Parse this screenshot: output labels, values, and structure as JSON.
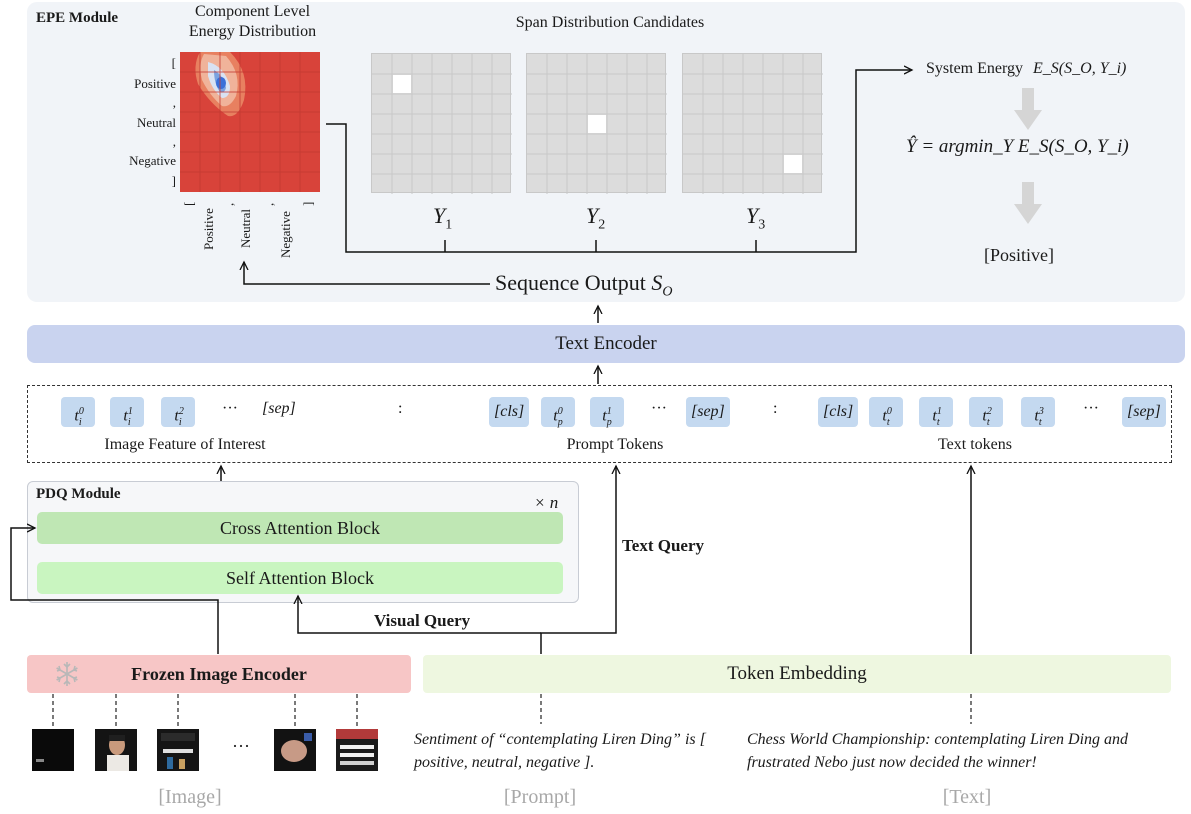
{
  "epe": {
    "title": "EPE Module",
    "heatmap_title_line1": "Component Level",
    "heatmap_title_line2": "Energy Distribution",
    "y_labels": [
      "[",
      "Positive",
      ",",
      "Neutral",
      ",",
      "Negative",
      "]"
    ],
    "x_labels": [
      "[",
      "Positive",
      ",",
      "Neutral",
      ",",
      "Negative",
      "]"
    ],
    "span_title": "Span Distribution Candidates",
    "candidates": [
      "Y",
      "Y",
      "Y"
    ],
    "candidate_subs": [
      "1",
      "2",
      "3"
    ],
    "system_energy_text": "System Energy",
    "system_energy_formula": "E_S(S_O, Y_i)",
    "argmin_formula": "Ŷ = argmin_Y E_S(S_O, Y_i)",
    "result": "[Positive]",
    "sequence_output": "Sequence Output",
    "sequence_output_symbol": "S",
    "sequence_output_sub": "O"
  },
  "encoder": {
    "label": "Text Encoder"
  },
  "tokens": {
    "image_tokens": [
      {
        "base": "t",
        "sup": "0",
        "sub": "i"
      },
      {
        "base": "t",
        "sup": "1",
        "sub": "i"
      },
      {
        "base": "t",
        "sup": "2",
        "sub": "i"
      }
    ],
    "ellipsis": "···",
    "sep": "[sep]",
    "cls": "[cls]",
    "colon": ":",
    "prompt_tokens": [
      {
        "base": "t",
        "sup": "0",
        "sub": "p"
      },
      {
        "base": "t",
        "sup": "1",
        "sub": "p"
      }
    ],
    "text_tokens": [
      {
        "base": "t",
        "sup": "0",
        "sub": "t"
      },
      {
        "base": "t",
        "sup": "1",
        "sub": "t"
      },
      {
        "base": "t",
        "sup": "2",
        "sub": "t"
      },
      {
        "base": "t",
        "sup": "3",
        "sub": "t"
      }
    ],
    "image_label": "Image Feature of Interest",
    "prompt_label": "Prompt Tokens",
    "text_label": "Text tokens"
  },
  "pdq": {
    "title": "PDQ Module",
    "repeat": "× n",
    "cross_block": "Cross Attention Block",
    "self_block": "Self Attention Block"
  },
  "queries": {
    "text_query": "Text Query",
    "visual_query": "Visual Query"
  },
  "frozen_encoder": "Frozen Image Encoder",
  "token_embedding": "Token Embedding",
  "images_ellipsis": "···",
  "prompt_text": "Sentiment of  “contemplating Liren Ding” is [ positive, neutral, negative ].",
  "input_text": "Chess World Championship: contemplating Liren Ding and frustrated Nebo just now decided the winner!",
  "bottom_labels": {
    "image": "[Image]",
    "prompt": "[Prompt]",
    "text": "[Text]"
  },
  "colors": {
    "epe_bg": "#f1f4f8",
    "encoder": "#c9d3ef",
    "token": "#c4d9f0",
    "cross": "#bfe7b4",
    "self": "#c9f5c0",
    "frozen": "#f7c6c6",
    "embedding": "#eef7e0",
    "heat_base": "#d8433a"
  }
}
